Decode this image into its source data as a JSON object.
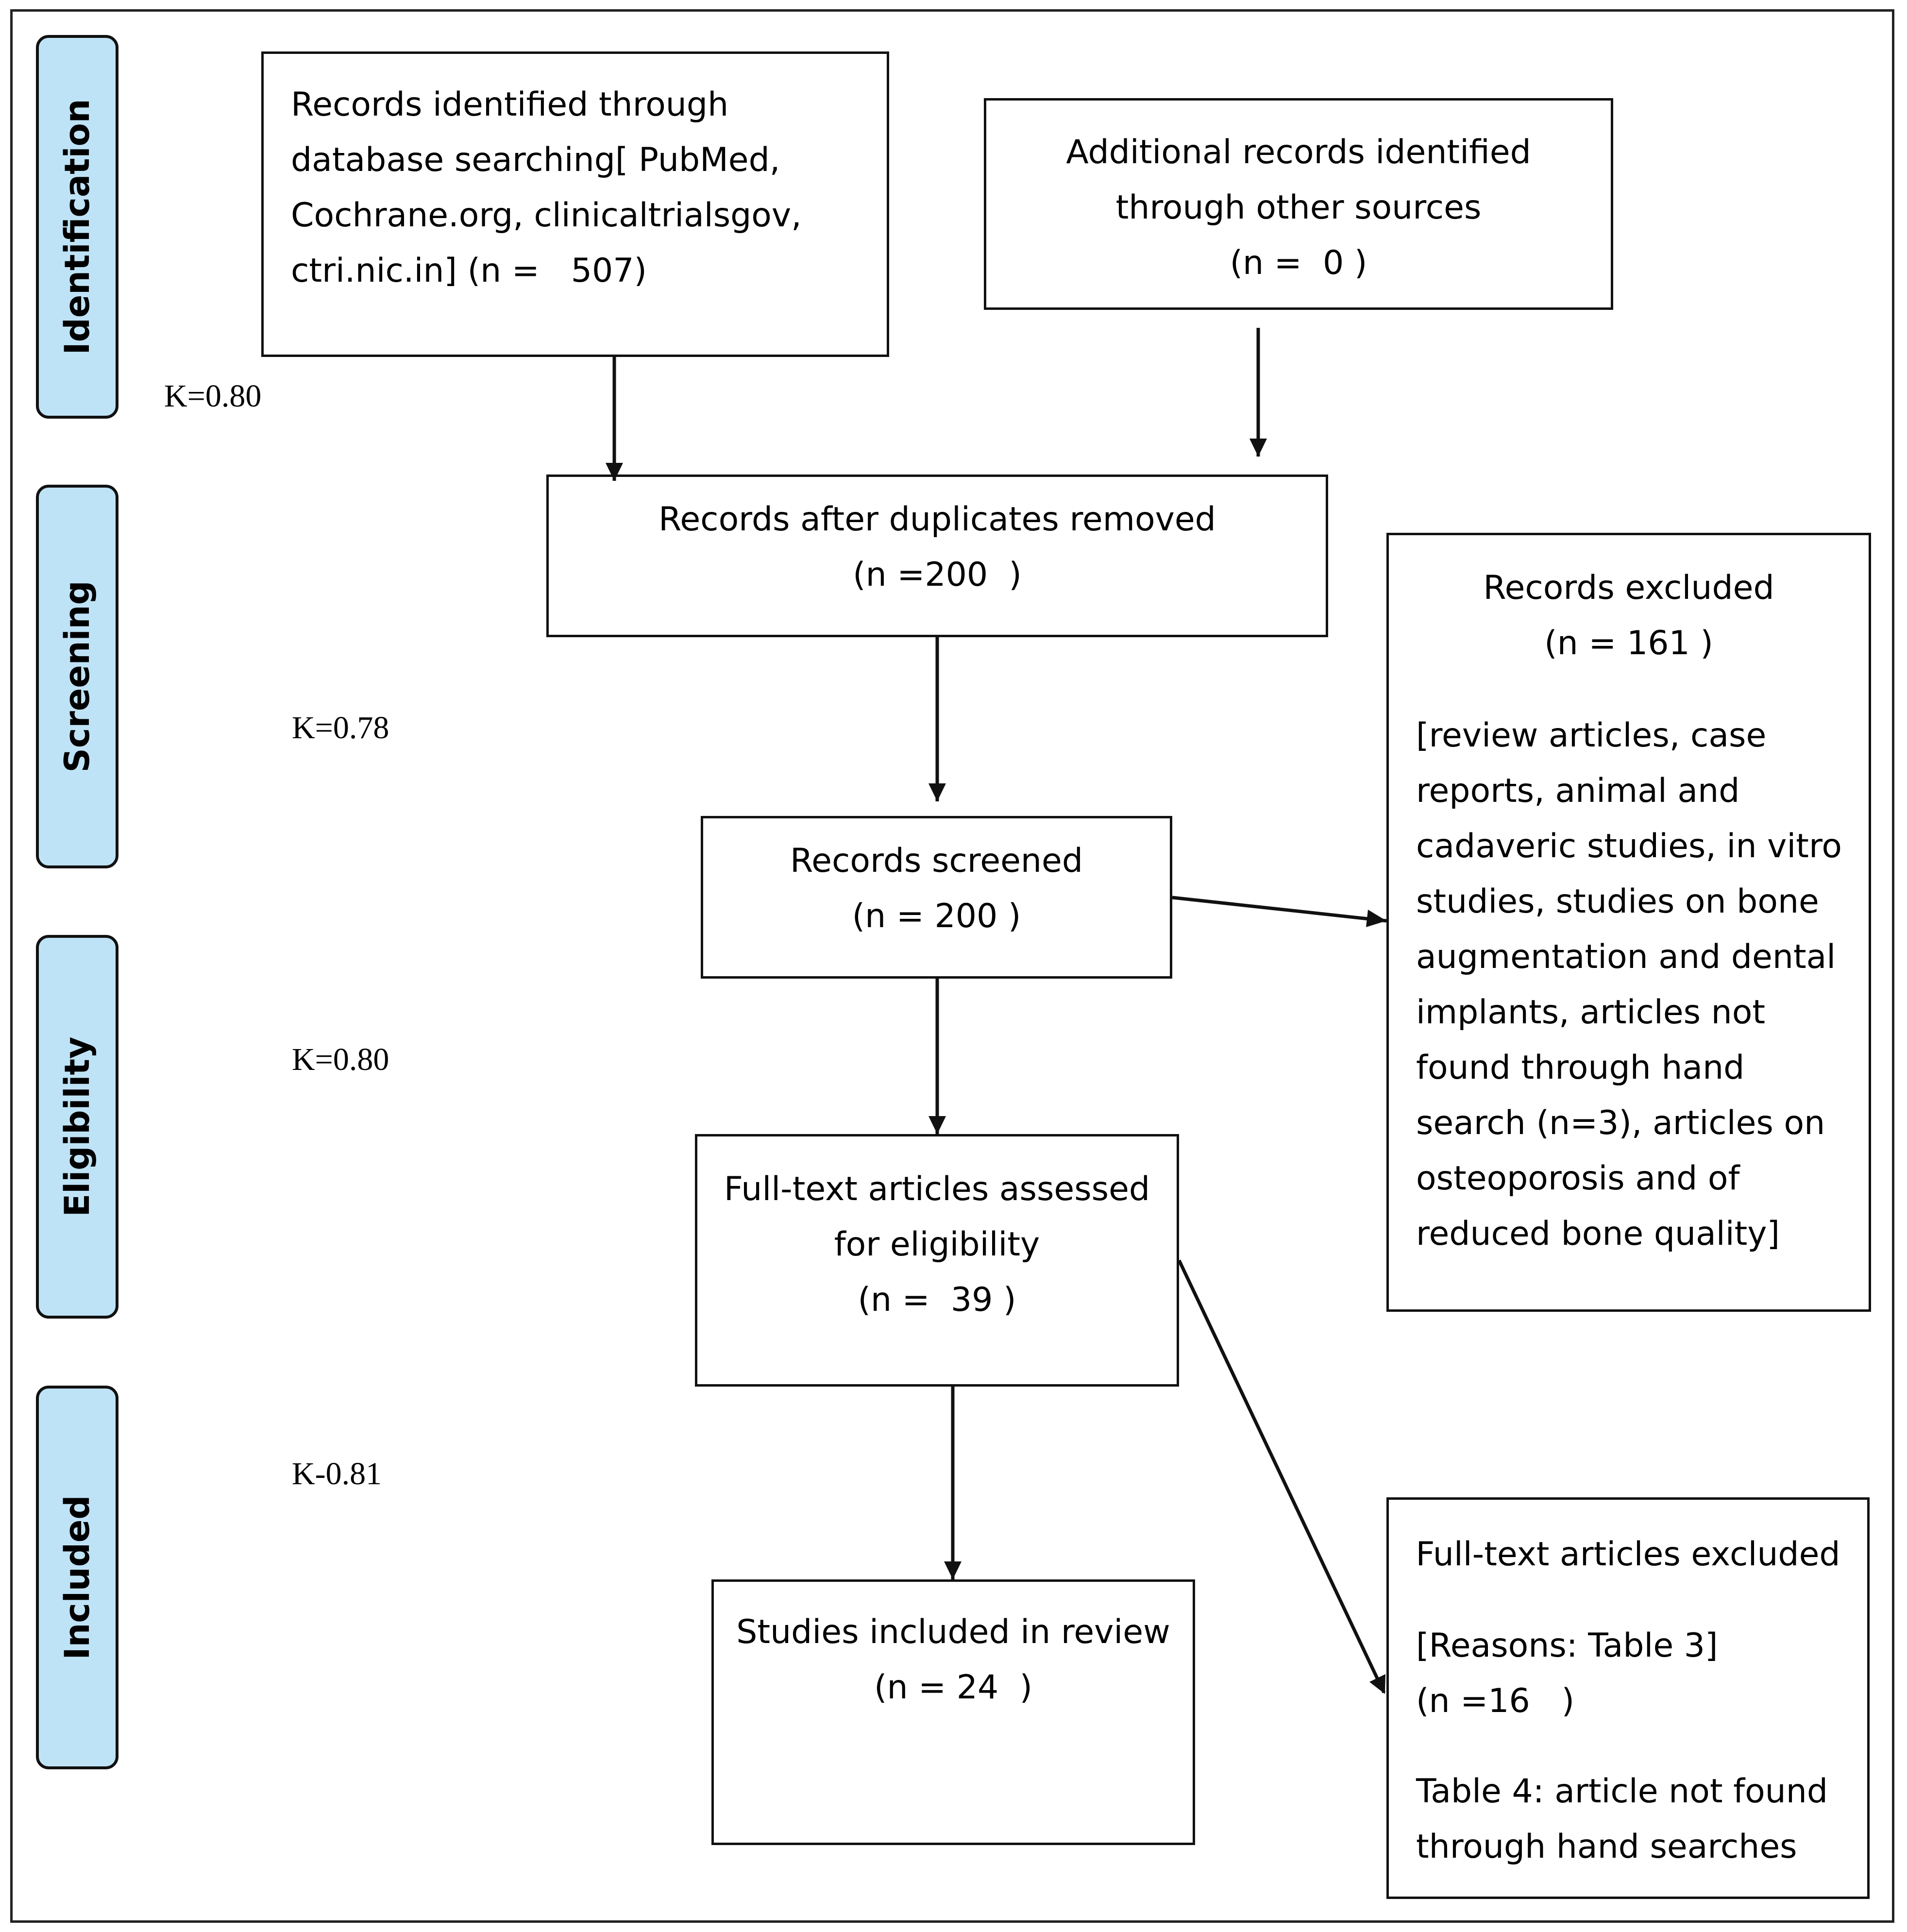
{
  "phases": [
    "Identification",
    "Screening",
    "Eligibility",
    "Included"
  ],
  "kappas": [
    "K=0.80",
    "K=0.78",
    "K=0.80",
    "K-0.81"
  ],
  "boxes": {
    "database": [
      "Records identified through",
      "database searching[ PubMed,",
      "Cochrane.org, clinicaltrialsgov,",
      "ctri.nic.in] (n =   507)"
    ],
    "other_sources": [
      "Additional records identified",
      "through other sources",
      "(n =  0 )"
    ],
    "duplicates_removed": [
      "Records after duplicates removed",
      "(n =200  )"
    ],
    "screened": [
      "Records screened",
      "(n = 200 )"
    ],
    "fulltext_assessed": [
      "Full-text articles assessed",
      "for eligibility",
      "(n =  39 )"
    ],
    "included": [
      "Studies included in review",
      "(n = 24  )"
    ],
    "excluded": {
      "title": [
        "Records excluded",
        "(n = 161 )"
      ],
      "reasons": [
        "[review articles, case",
        "reports, animal and",
        "cadaveric studies, in vitro",
        "studies, studies on bone",
        "augmentation and dental",
        "implants, articles not",
        "found through hand",
        "search (n=3), articles on",
        "osteoporosis and of",
        "reduced bone quality]"
      ]
    },
    "fulltext_excluded": {
      "title": "Full-text articles excluded",
      "reasons": [
        "[Reasons: Table 3]",
        "(n =16   )"
      ],
      "note": [
        "Table 4: article not found",
        "through hand searches"
      ]
    }
  }
}
